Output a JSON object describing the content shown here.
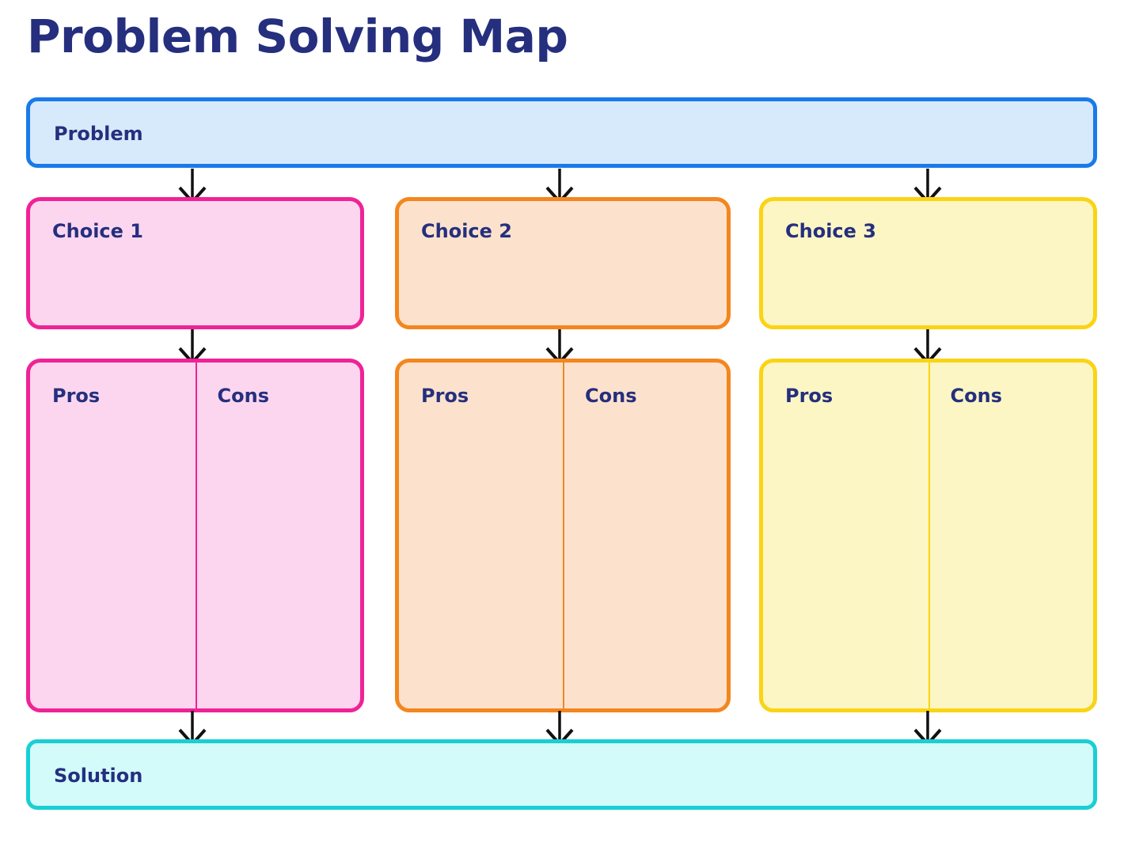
{
  "page": {
    "title": "Problem Solving Map",
    "background_color": "#ffffff",
    "title_color": "#252f7e"
  },
  "problem": {
    "label": "Problem",
    "border_color": "#1a7ae8",
    "fill_color": "#d7eafb"
  },
  "solution": {
    "label": "Solution",
    "border_color": "#19cfd4",
    "fill_color": "#d2fbfa"
  },
  "columns": [
    {
      "choice_label": "Choice 1",
      "pros_label": "Pros",
      "cons_label": "Cons",
      "border_color": "#ef2396",
      "fill_color": "#fcd6ef"
    },
    {
      "choice_label": "Choice 2",
      "pros_label": "Pros",
      "cons_label": "Cons",
      "border_color": "#f4861f",
      "fill_color": "#fce2cc"
    },
    {
      "choice_label": "Choice 3",
      "pros_label": "Pros",
      "cons_label": "Cons",
      "border_color": "#fad414",
      "fill_color": "#fcf6c4"
    }
  ],
  "arrows": {
    "color": "#111111",
    "from_problem_to_choices": 3,
    "from_choice_to_proscons": 3,
    "from_proscons_to_solution": 3
  }
}
